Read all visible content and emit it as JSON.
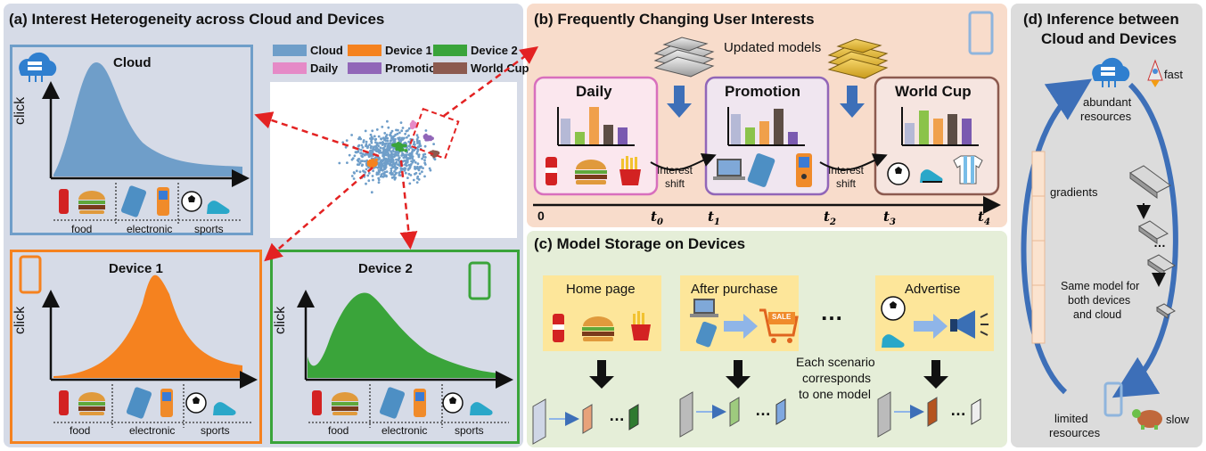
{
  "panel_a": {
    "title": "(a) Interest Heterogeneity across Cloud and Devices",
    "legend": [
      {
        "label": "Cloud",
        "color": "#6f9ec9"
      },
      {
        "label": "Device 1",
        "color": "#f5821f"
      },
      {
        "label": "Device 2",
        "color": "#3aa43a"
      },
      {
        "label": "Daily",
        "color": "#e58ac7"
      },
      {
        "label": "Promotion",
        "color": "#9166b8"
      },
      {
        "label": "World Cup",
        "color": "#8c5a4f"
      }
    ],
    "cloud_box": {
      "title": "Cloud",
      "ylabel": "click",
      "categories": [
        "food",
        "electronic",
        "sports"
      ]
    },
    "device1_box": {
      "title": "Device 1",
      "ylabel": "click",
      "categories": [
        "food",
        "electronic",
        "sports"
      ]
    },
    "device2_box": {
      "title": "Device 2",
      "ylabel": "click",
      "categories": [
        "food",
        "electronic",
        "sports"
      ]
    }
  },
  "panel_b": {
    "title": "(b) Frequently Changing User Interests",
    "updated_models": "Updated models",
    "stages": [
      "Daily",
      "Promotion",
      "World Cup"
    ],
    "shift_label_1": "Interest",
    "shift_label_2": "shift",
    "timeline_start": "0",
    "time_labels": [
      "t",
      "t",
      "t",
      "t",
      "t"
    ],
    "time_subs": [
      "0",
      "1",
      "2",
      "3",
      "4"
    ]
  },
  "panel_c": {
    "title": "(c) Model Storage on Devices",
    "scenarios": [
      "Home page",
      "After purchase",
      "Advertise"
    ],
    "ellipsis": "…",
    "note_lines": [
      "Each scenario",
      "corresponds",
      "to one model"
    ],
    "sale": "SALE"
  },
  "panel_d": {
    "title_line1": "(d) Inference between",
    "title_line2": "Cloud and Devices",
    "fast": "fast",
    "abundant_line1": "abundant",
    "abundant_line2": "resources",
    "gradients": "gradients",
    "same_model_lines": [
      "Same model for",
      "both devices",
      "and cloud"
    ],
    "limited_line1": "limited",
    "limited_line2": "resources",
    "slow": "slow",
    "dots": "…"
  }
}
